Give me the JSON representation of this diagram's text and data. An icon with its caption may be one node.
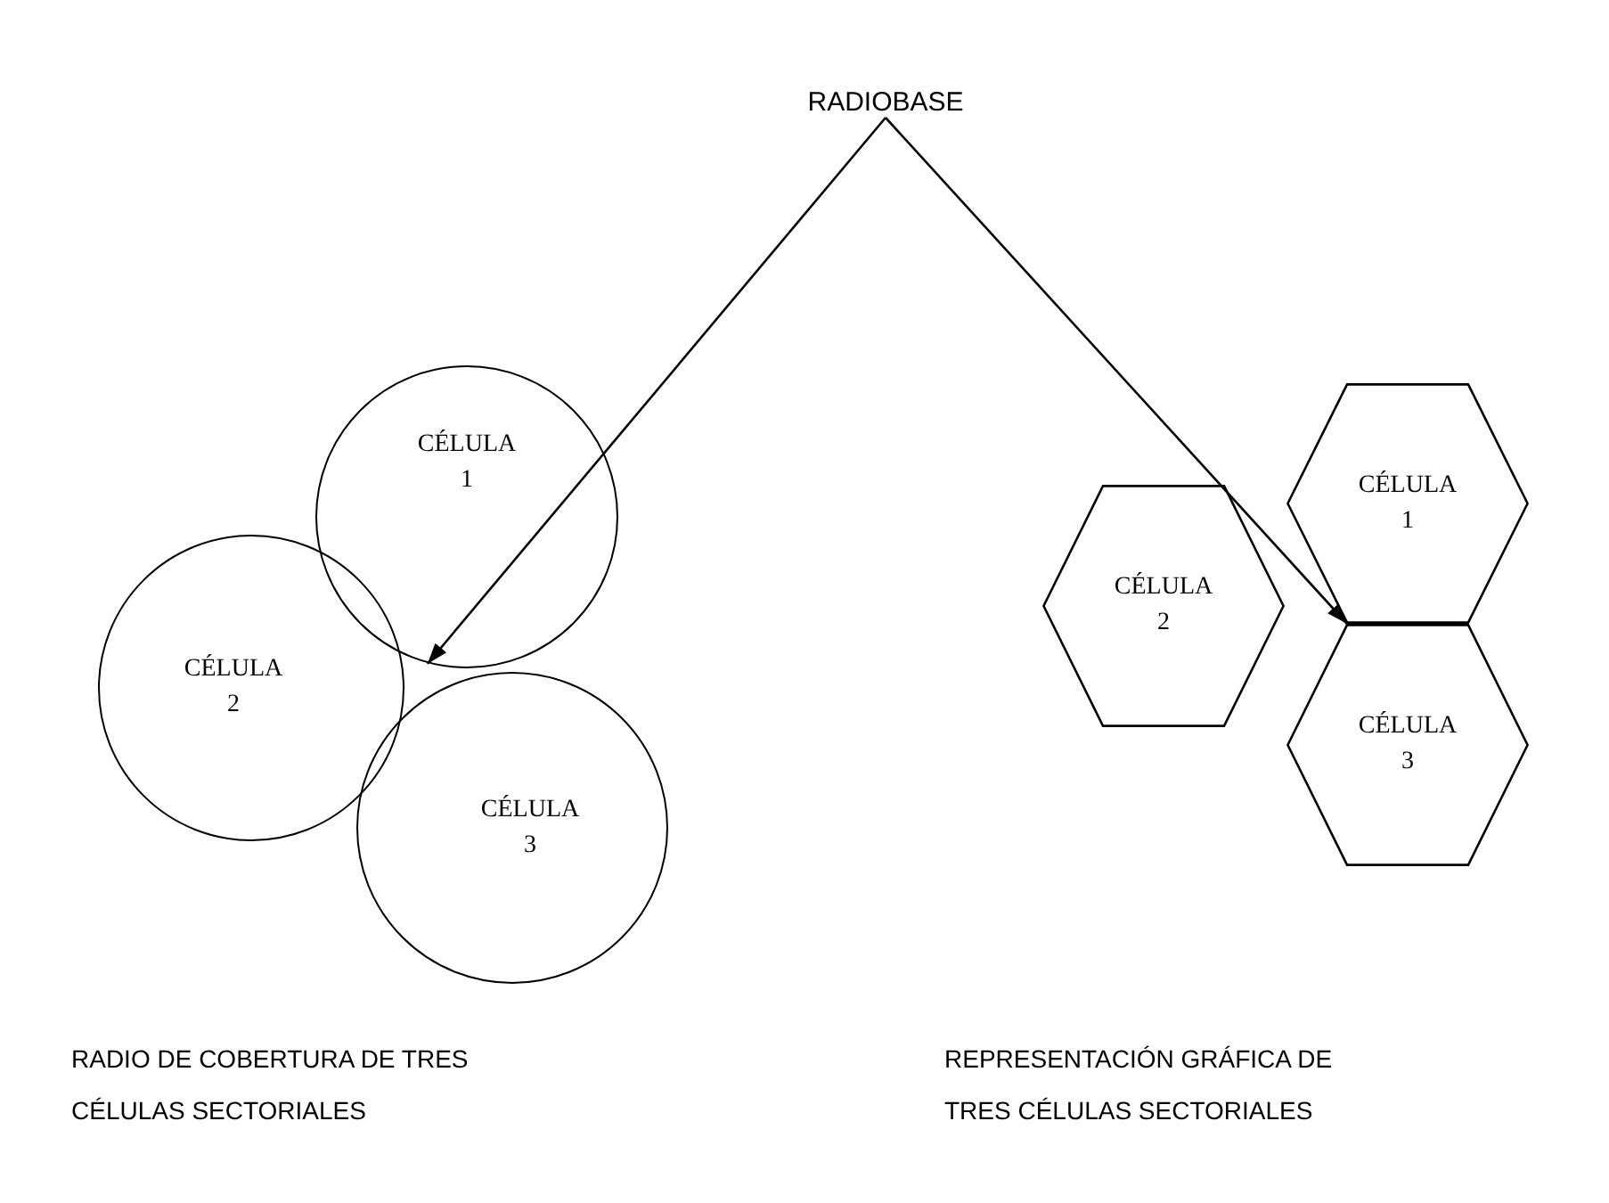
{
  "diagram": {
    "nodes": [
      {
        "text": [
          "RADIOBASE"
        ]
      },
      {
        "text": [
          "CÉLULA 1"
        ]
      },
      {
        "text": [
          "CÉLULA 2"
        ]
      },
      {
        "text": [
          "CÉLULA 3"
        ]
      },
      {
        "text": [
          "CÉLULA 1"
        ]
      },
      {
        "text": [
          "CÉLULA 2"
        ]
      },
      {
        "text": [
          "CÉLULA 3"
        ]
      }
    ],
    "edges": [
      {
        "from": 0,
        "to": 1,
        "arrow": "to"
      },
      {
        "from": 0,
        "to": 4,
        "arrow": "to"
      }
    ],
    "labels": [
      "RADIO DE COBERTURA DE TRES CÉLULAS SECTORIALES",
      "REPRESENTACIÓN GRÁFICA DE TRES CÉLULAS SECTORIALES"
    ]
  }
}
